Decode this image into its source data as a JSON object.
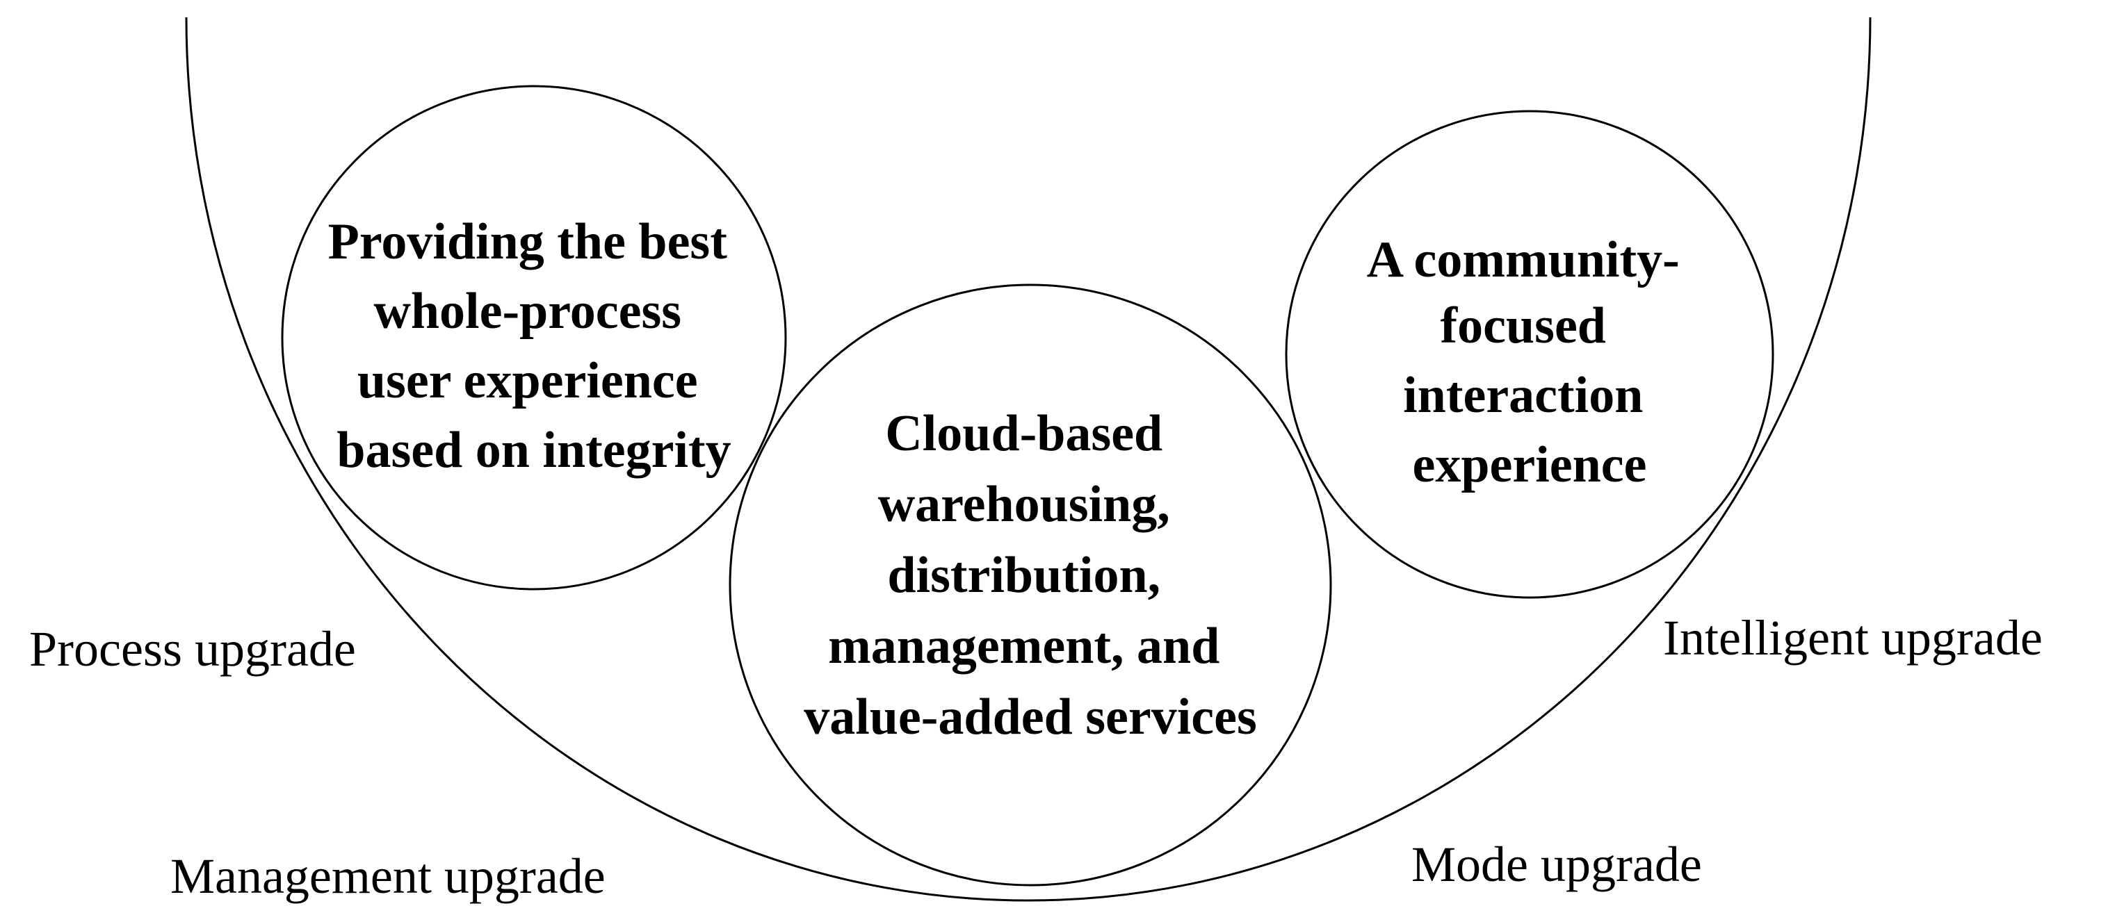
{
  "circles": {
    "left": {
      "lines": [
        "Providing the best",
        "whole-process",
        "user experience",
        "based on integrity"
      ]
    },
    "center": {
      "lines": [
        "Cloud-based",
        "warehousing,",
        "distribution,",
        "management, and",
        "value-added services"
      ]
    },
    "right": {
      "lines": [
        "A community-",
        "focused",
        "interaction",
        "experience"
      ]
    }
  },
  "labels": {
    "process": "Process upgrade",
    "management": "Management upgrade",
    "intelligent": "Intelligent upgrade",
    "mode": "Mode upgrade"
  },
  "colors": {
    "line": "#000000",
    "background": "#ffffff",
    "text": "#000000"
  }
}
